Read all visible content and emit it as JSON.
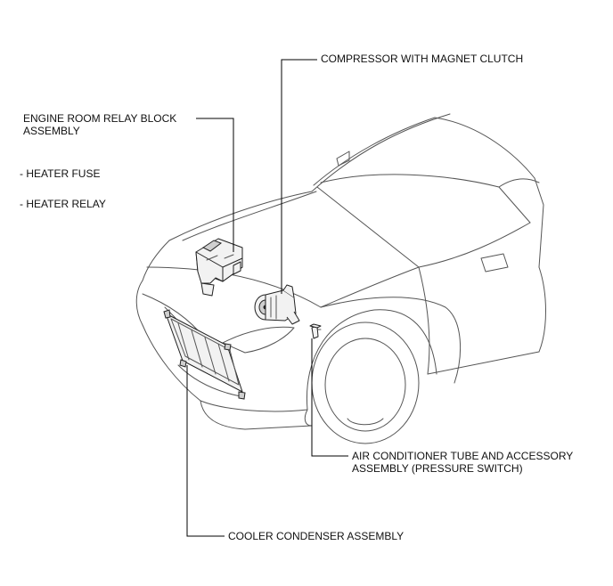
{
  "labels": {
    "compressor": "COMPRESSOR WITH MAGNET CLUTCH",
    "relay_block_line1": "ENGINE ROOM RELAY BLOCK",
    "relay_block_line2": "ASSEMBLY",
    "heater_fuse": "- HEATER FUSE",
    "heater_relay": "- HEATER RELAY",
    "ac_tube_line1": "AIR CONDITIONER TUBE AND ACCESSORY",
    "ac_tube_line2": "ASSEMBLY (PRESSURE SWITCH)",
    "condenser": "COOLER CONDENSER ASSEMBLY"
  }
}
